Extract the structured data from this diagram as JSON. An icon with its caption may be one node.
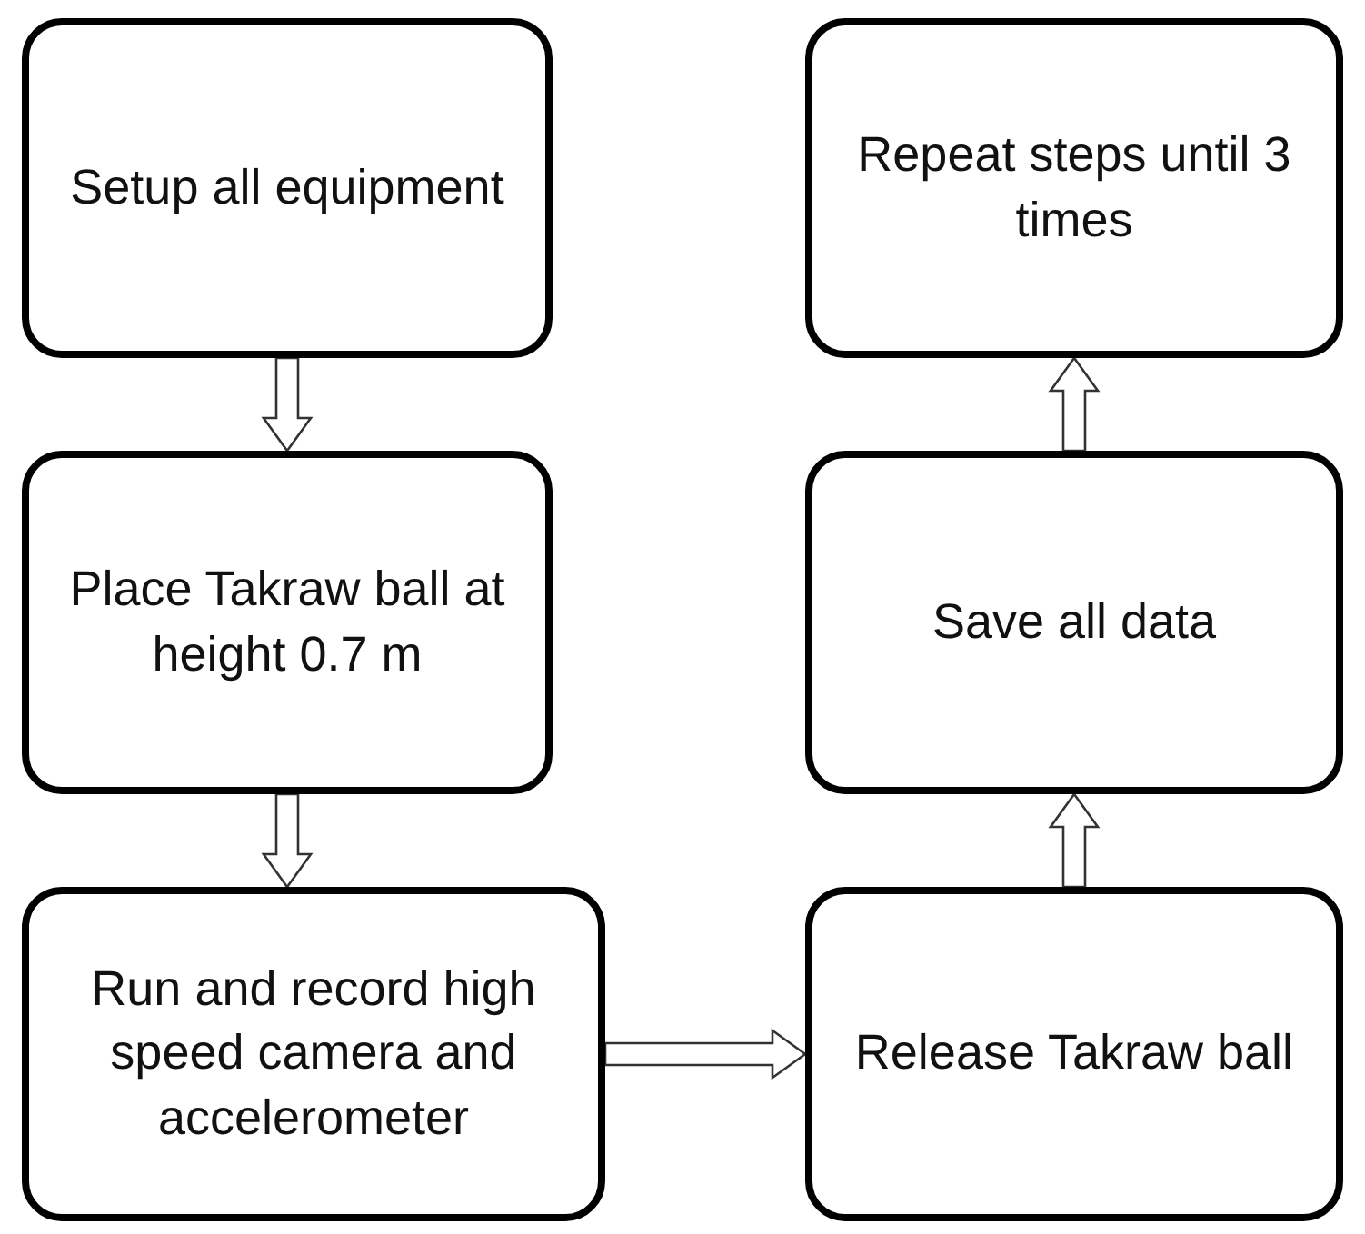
{
  "diagram": {
    "nodes": [
      {
        "text": [
          "Setup all equipment"
        ]
      },
      {
        "text": [
          "Place Takraw ball at height 0.7 m"
        ]
      },
      {
        "text": [
          "Run and record high speed camera and accelerometer"
        ]
      },
      {
        "text": [
          "Repeat steps until 3 times"
        ]
      },
      {
        "text": [
          "Save all data"
        ]
      },
      {
        "text": [
          "Release Takraw ball"
        ]
      }
    ],
    "edges": [
      {
        "from": 0,
        "to": 1,
        "arrow": "to"
      },
      {
        "from": 1,
        "to": 2,
        "arrow": "to"
      },
      {
        "from": 2,
        "to": 5,
        "arrow": "to"
      },
      {
        "from": 5,
        "to": 4,
        "arrow": "to"
      },
      {
        "from": 4,
        "to": 3,
        "arrow": "to"
      }
    ]
  }
}
